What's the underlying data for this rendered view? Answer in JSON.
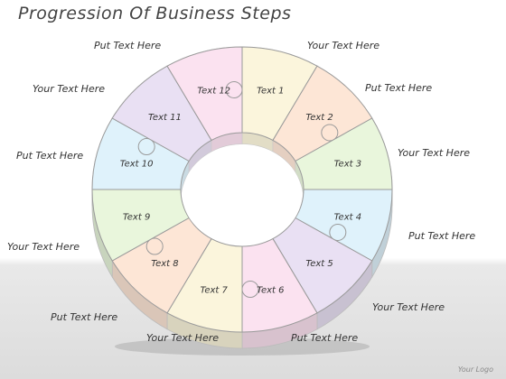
{
  "title": "Progression Of Business Steps",
  "logo": "Your Logo",
  "segments": [
    {
      "label": "Text 1",
      "color": "#fbf5dc"
    },
    {
      "label": "Text 2",
      "color": "#fde6d6"
    },
    {
      "label": "Text 3",
      "color": "#e9f6dc"
    },
    {
      "label": "Text 4",
      "color": "#dff2fb"
    },
    {
      "label": "Text 5",
      "color": "#e9e0f3"
    },
    {
      "label": "Text 6",
      "color": "#fbe2f0"
    },
    {
      "label": "Text 7",
      "color": "#fbf5dc"
    },
    {
      "label": "Text 8",
      "color": "#fde6d6"
    },
    {
      "label": "Text 9",
      "color": "#e9f6dc"
    },
    {
      "label": "Text 10",
      "color": "#dff2fb"
    },
    {
      "label": "Text 11",
      "color": "#e9e0f3"
    },
    {
      "label": "Text 12",
      "color": "#fbe2f0"
    }
  ],
  "outer_labels": [
    "Your Text Here",
    "Put Text Here",
    "Your Text Here",
    "Put Text Here",
    "Your Text Here",
    "Put Text Here",
    "Your Text Here",
    "Put Text Here",
    "Your Text Here",
    "Put Text Here",
    "Your Text Here",
    "Put Text Here"
  ]
}
